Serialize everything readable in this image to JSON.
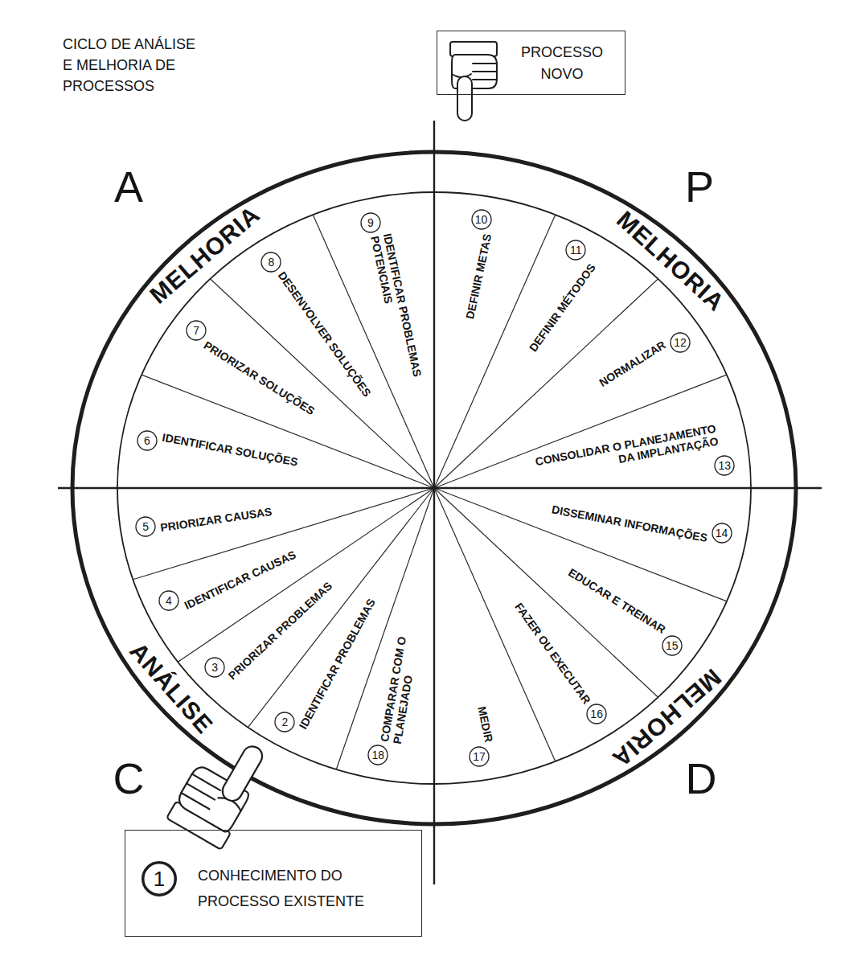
{
  "diagram": {
    "title": "CICLO DE ANÁLISE E MELHORIA DE PROCESSOS",
    "nodes": [
      {
        "text": [
          "PROCESSO NOVO"
        ]
      },
      {
        "text": [
          "CONHECIMENTO DO PROCESSO EXISTENTE"
        ]
      },
      {
        "text": [
          "1"
        ],
        "in": 1
      },
      {
        "text": [
          "2",
          "IDENTIFICAR PROBLEMAS"
        ]
      },
      {
        "text": [
          "3",
          "PRIORIZAR PROBLEMAS"
        ]
      },
      {
        "text": [
          "4",
          "IDENTIFICAR CAUSAS"
        ]
      },
      {
        "text": [
          "5",
          "PRIORIZAR CAUSAS"
        ]
      },
      {
        "text": [
          "6",
          "IDENTIFICAR SOLUÇÕES"
        ]
      },
      {
        "text": [
          "7",
          "PRIORIZAR SOLUÇÕES"
        ]
      },
      {
        "text": [
          "8",
          "DESENVOLVER SOLUÇÕES"
        ]
      },
      {
        "text": [
          "9",
          "IDENTIFICAR PROBLEMAS POTENCIAIS"
        ]
      },
      {
        "text": [
          "10",
          "DEFINIR METAS"
        ]
      },
      {
        "text": [
          "11",
          "DEFINIR MÉTODOS"
        ]
      },
      {
        "text": [
          "12",
          "NORMALIZAR"
        ]
      },
      {
        "text": [
          "13",
          "CONSOLIDAR O PLANEJAMENTO DA IMPLANTAÇÃO"
        ]
      },
      {
        "text": [
          "14",
          "DISSEMINAR INFORMAÇÕES"
        ]
      },
      {
        "text": [
          "15",
          "EDUCAR E TREINAR"
        ]
      },
      {
        "text": [
          "16",
          "FAZER OU EXECUTAR"
        ]
      },
      {
        "text": [
          "17",
          "MEDIR"
        ]
      },
      {
        "text": [
          "18",
          "COMPARAR COM O PLANEJADO"
        ]
      }
    ],
    "labels": [
      "A",
      "MELHORIA",
      "P",
      "MELHORIA",
      "C",
      "ANÁLISE",
      "D",
      "MELHORIA"
    ]
  }
}
